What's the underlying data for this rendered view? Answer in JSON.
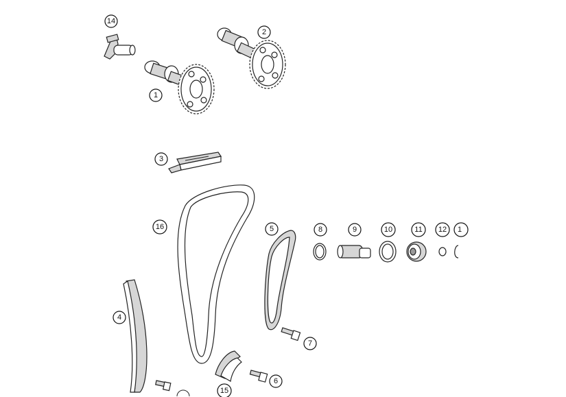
{
  "callouts": {
    "p1": "1",
    "p2": "2",
    "p3": "3",
    "p4": "4",
    "p5": "5",
    "p6": "6",
    "p7": "7",
    "p8": "8",
    "p9": "9",
    "p10": "10",
    "p11": "11",
    "p12": "12",
    "p13": "1",
    "p14": "14",
    "p15": "15",
    "p16": "16"
  },
  "colors": {
    "line": "#222222",
    "shade": "#d6d6d6",
    "background": "#ffffff"
  }
}
